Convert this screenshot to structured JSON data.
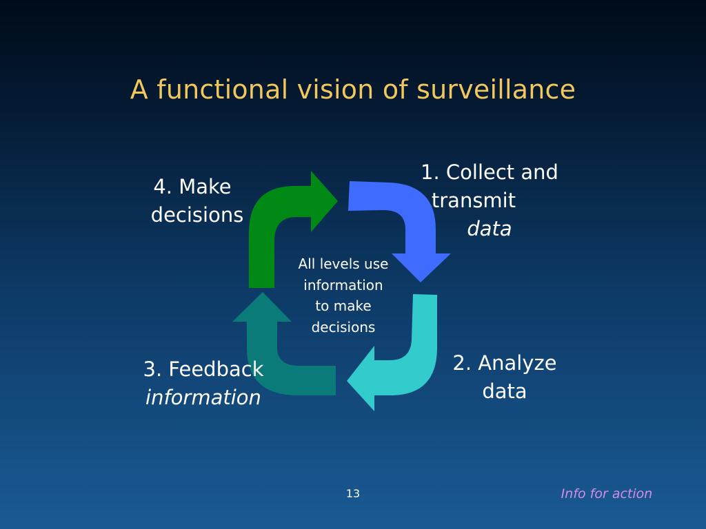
{
  "slide": {
    "title": "A functional vision of surveillance",
    "center_text": [
      "All levels use",
      "information",
      "to make",
      "decisions"
    ],
    "steps": [
      {
        "lines": [
          "1. Collect and",
          "transmit"
        ],
        "italic": "data",
        "color": "#3f6cff"
      },
      {
        "lines": [
          "2. Analyze",
          "data"
        ],
        "italic": "",
        "color": "#33cccc"
      },
      {
        "lines": [
          "3. Feedback"
        ],
        "italic": "information",
        "color": "#0a7b78"
      },
      {
        "lines": [
          "4. Make",
          "decisions"
        ],
        "italic": "",
        "color": "#008a15"
      }
    ],
    "page_number": "13",
    "footer": "Info for action"
  },
  "colors": {
    "title": "#f2c75c",
    "footer": "#d68be8",
    "text": "#ffffff"
  }
}
